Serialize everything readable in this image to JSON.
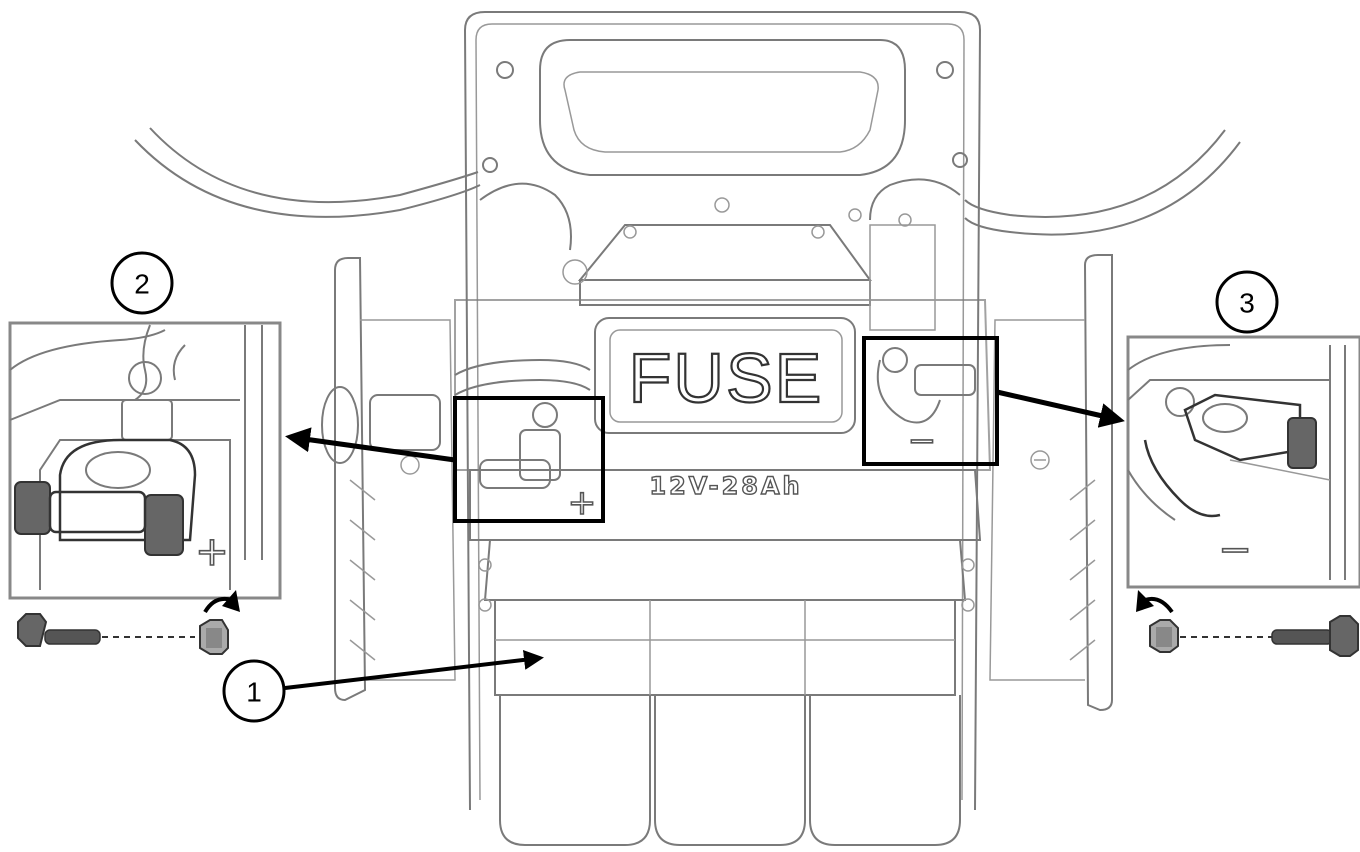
{
  "callouts": [
    {
      "number": "1"
    },
    {
      "number": "2"
    },
    {
      "number": "3"
    }
  ],
  "battery": {
    "fuse_label": "FUSE",
    "capacity_label": "12V-28Ah",
    "positive_symbol": "+",
    "negative_symbol": "−"
  },
  "detail_left": {
    "terminal_symbol": "+"
  },
  "detail_right": {
    "terminal_symbol": "−"
  },
  "colors": {
    "line": "#7a7a7a",
    "arrow": "#000000",
    "bolt": "#555555"
  }
}
